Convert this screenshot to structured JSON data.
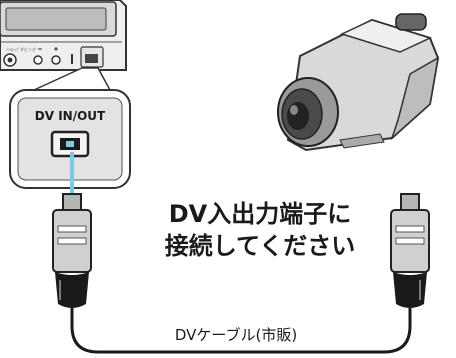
{
  "diagram": {
    "port_label": "DV IN/OUT",
    "instruction_line1": "DV入出力端子に",
    "instruction_line2": "接続してください",
    "cable_label": "DVケーブル(市販)",
    "deck_small_label": "ﾉﾝｽﾄｯﾌﾟダビング"
  },
  "colors": {
    "ink": "#1a1a1a",
    "outline": "#333333",
    "panel_gray": "#d9d9d9",
    "light_gray": "#efefef",
    "cable_blue": "#7ec8e3",
    "connector_gray": "#b5b5b5"
  },
  "icons": {
    "vcr": "vcr-deck-icon",
    "camcorder": "camcorder-icon",
    "dv_port": "dv-port-icon",
    "dv_plug": "dv-plug-icon"
  }
}
